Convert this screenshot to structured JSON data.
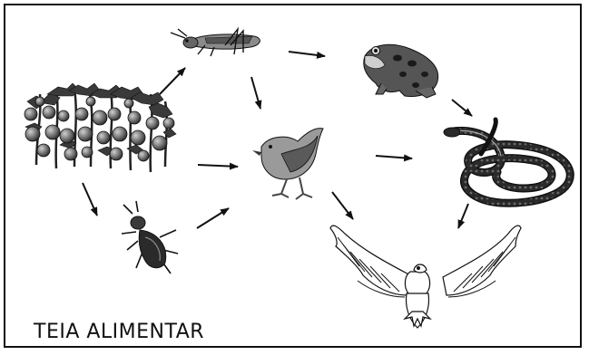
{
  "diagram": {
    "title": "TEIA ALIMENTAR",
    "organisms": [
      {
        "id": "tomato-plants",
        "icon": "tomato-plant-icon"
      },
      {
        "id": "grasshopper",
        "icon": "grasshopper-icon"
      },
      {
        "id": "beetle",
        "icon": "beetle-icon"
      },
      {
        "id": "bird",
        "icon": "bird-icon"
      },
      {
        "id": "frog",
        "icon": "frog-icon"
      },
      {
        "id": "snake",
        "icon": "snake-icon"
      },
      {
        "id": "eagle",
        "icon": "eagle-icon"
      }
    ],
    "links": [
      {
        "from": "tomato-plants",
        "to": "grasshopper"
      },
      {
        "from": "tomato-plants",
        "to": "bird"
      },
      {
        "from": "tomato-plants",
        "to": "beetle"
      },
      {
        "from": "grasshopper",
        "to": "frog"
      },
      {
        "from": "grasshopper",
        "to": "bird"
      },
      {
        "from": "beetle",
        "to": "bird"
      },
      {
        "from": "frog",
        "to": "snake"
      },
      {
        "from": "bird",
        "to": "snake"
      },
      {
        "from": "bird",
        "to": "eagle"
      },
      {
        "from": "snake",
        "to": "eagle"
      }
    ]
  }
}
